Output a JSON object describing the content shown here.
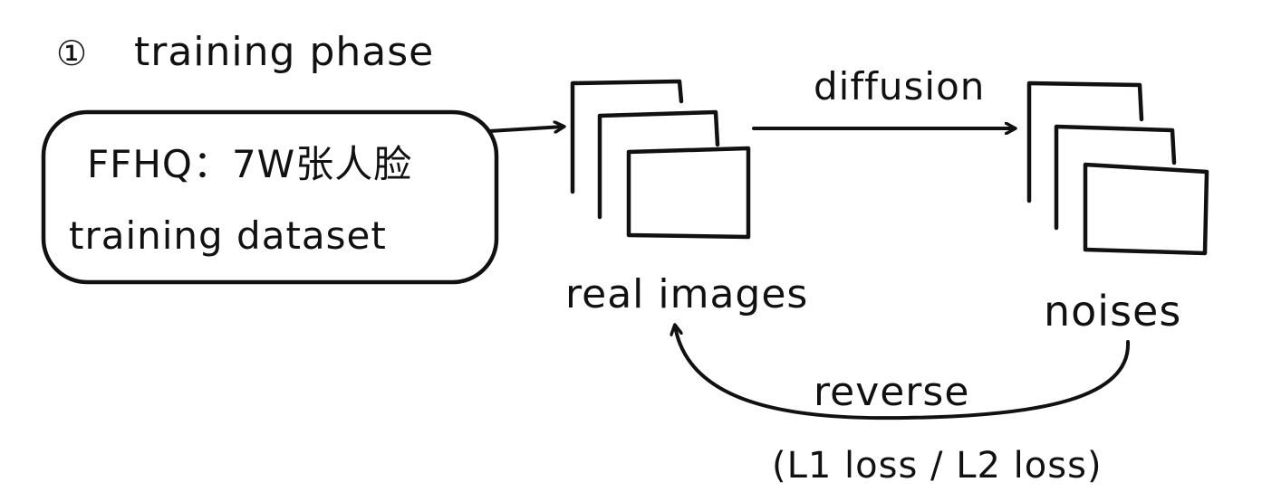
{
  "phase": {
    "marker": "①",
    "label": "training phase"
  },
  "dataset_box": {
    "line1": "FFHQ：7W张人脸",
    "line2": "training dataset"
  },
  "nodes": {
    "real_images": "real images",
    "noises": "noises"
  },
  "edges": {
    "forward": "diffusion",
    "backward": "reverse",
    "backward_note": "(L1 loss / L2 loss)"
  },
  "colors": {
    "ink": "#111111",
    "background": "#ffffff"
  }
}
